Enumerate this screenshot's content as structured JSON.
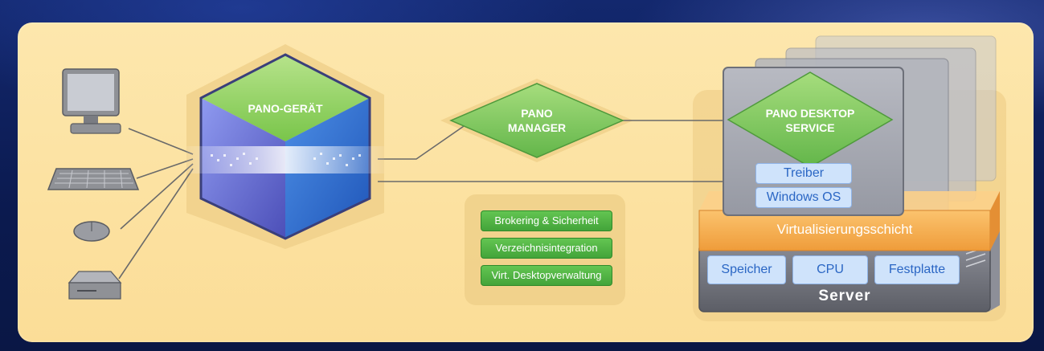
{
  "diagram": {
    "device": {
      "title": "PANO-GERÄT"
    },
    "manager": {
      "title_line1": "PANO",
      "title_line2": "MANAGER"
    },
    "desktop_service": {
      "title_line1": "PANO DESKTOP",
      "title_line2": "SERVICE",
      "layers": [
        "Treiber",
        "Windows OS"
      ]
    },
    "manager_features": [
      "Brokering & Sicherheit",
      "Verzeichnisintegration",
      "Virt. Desktopverwaltung"
    ],
    "virtualization_layer": "Virtualisierungsschicht",
    "server": {
      "label": "Server",
      "resources": [
        "Speicher",
        "CPU",
        "Festplatte"
      ]
    },
    "peripherals": [
      "monitor-icon",
      "keyboard-icon",
      "mouse-icon",
      "usb-drive-icon"
    ],
    "colors": {
      "panel": "#fbdd97",
      "green": "#7ec94e",
      "blue": "#3d6fd1",
      "purple": "#6a6fd8",
      "orange": "#f4a84a",
      "server_gray": "#6e7078",
      "chip_blue": "#cfe3fb"
    }
  }
}
